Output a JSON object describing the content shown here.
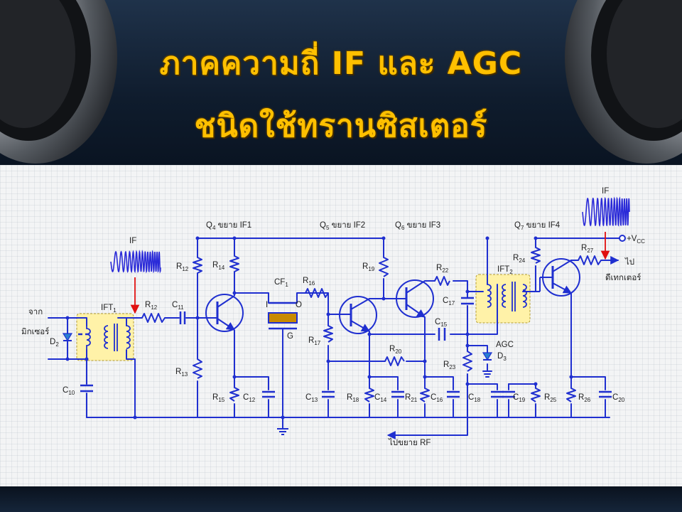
{
  "title": {
    "line1": "ภาคความถี่ IF และ AGC",
    "line2": "ชนิดใช้ทรานซิสเตอร์"
  },
  "colors": {
    "title": "#ffc000",
    "wire": "#1f2fd0",
    "ift_highlight": "#fff2a8",
    "if_waveform": "#2a2ad8",
    "signal_arrow": "#e01010",
    "diode": "#2a7fd0",
    "crystal_filter": "#c88a00"
  },
  "transistor_labels": {
    "q4": {
      "main": "Q",
      "sub": "4",
      "suffix": " ขยาย IF1"
    },
    "q5": {
      "main": "Q",
      "sub": "5",
      "suffix": " ขยาย IF2"
    },
    "q6": {
      "main": "Q",
      "sub": "6",
      "suffix": " ขยาย IF3"
    },
    "q7": {
      "main": "Q",
      "sub": "7",
      "suffix": " ขยาย IF4"
    }
  },
  "components": {
    "ift1": {
      "main": "IFT",
      "sub": "1"
    },
    "ift2": {
      "main": "IFT",
      "sub": "2"
    },
    "cf1": {
      "main": "CF",
      "sub": "1"
    },
    "cf1_in": "I",
    "cf1_out": "O",
    "cf1_gnd": "G",
    "d2": {
      "main": "D",
      "sub": "2"
    },
    "d3": {
      "main": "D",
      "sub": "3"
    },
    "r12_top": {
      "main": "R",
      "sub": "12"
    },
    "r12_in": {
      "main": "R",
      "sub": "12"
    },
    "r13": {
      "main": "R",
      "sub": "13"
    },
    "r14": {
      "main": "R",
      "sub": "14"
    },
    "r15": {
      "main": "R",
      "sub": "15"
    },
    "r16": {
      "main": "R",
      "sub": "16"
    },
    "r17": {
      "main": "R",
      "sub": "17"
    },
    "r18": {
      "main": "R",
      "sub": "18"
    },
    "r19": {
      "main": "R",
      "sub": "19"
    },
    "r20": {
      "main": "R",
      "sub": "20"
    },
    "r21": {
      "main": "R",
      "sub": "21"
    },
    "r22": {
      "main": "R",
      "sub": "22"
    },
    "r23": {
      "main": "R",
      "sub": "23"
    },
    "r24": {
      "main": "R",
      "sub": "24"
    },
    "r25": {
      "main": "R",
      "sub": "25"
    },
    "r26": {
      "main": "R",
      "sub": "26"
    },
    "r27": {
      "main": "R",
      "sub": "27"
    },
    "c10": {
      "main": "C",
      "sub": "10"
    },
    "c11": {
      "main": "C",
      "sub": "11"
    },
    "c12": {
      "main": "C",
      "sub": "12"
    },
    "c13": {
      "main": "C",
      "sub": "13"
    },
    "c14": {
      "main": "C",
      "sub": "14"
    },
    "c15": {
      "main": "C",
      "sub": "15"
    },
    "c16": {
      "main": "C",
      "sub": "16"
    },
    "c17": {
      "main": "C",
      "sub": "17"
    },
    "c18": {
      "main": "C",
      "sub": "18"
    },
    "c19": {
      "main": "C",
      "sub": "19"
    },
    "c20": {
      "main": "C",
      "sub": "20"
    }
  },
  "text": {
    "from": "จาก",
    "mixer": "มิกเซอร์",
    "if_left": "IF",
    "if_right": "IF",
    "agc": "AGC",
    "vcc": {
      "main": "+V",
      "sub": "CC"
    },
    "to": "ไป",
    "detector": "ดีเทกเตอร์",
    "to_rf": "ไปขยาย RF"
  }
}
